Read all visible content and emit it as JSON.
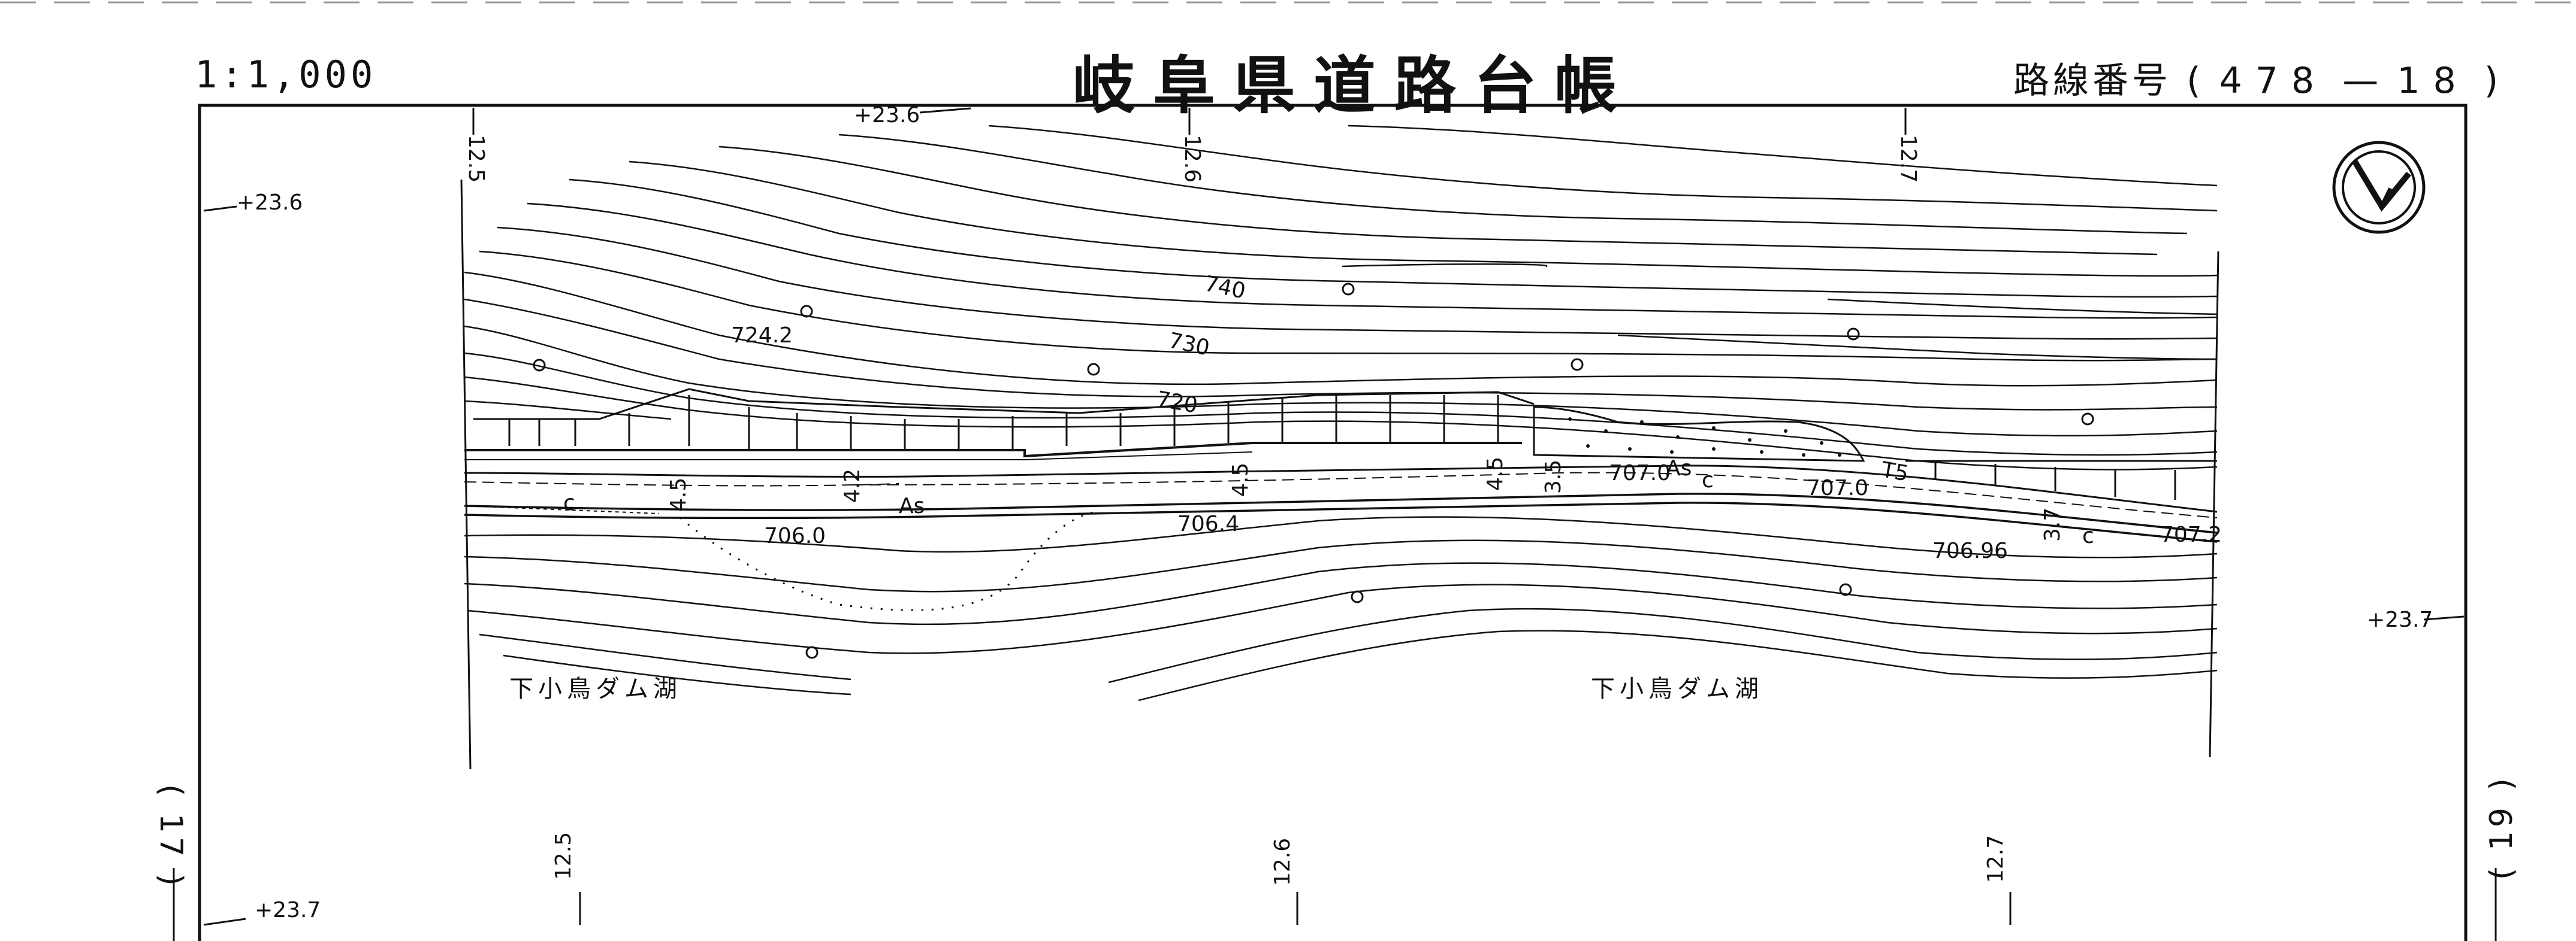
{
  "header": {
    "scale": "1:1,000",
    "title": "岐阜県道路台帳",
    "route_label": "路線番号",
    "route_number": "478",
    "route_sub": "18"
  },
  "boundary_marks": {
    "top_left": "+23.6",
    "left_upper": "+23.6",
    "right_mid": "+23.7",
    "bottom_left": "+23.7"
  },
  "stations": {
    "top": [
      "12.5",
      "12.6",
      "12.7"
    ],
    "bottom": [
      "12.5",
      "12.6",
      "12.7"
    ]
  },
  "elevations": {
    "contour_740": "740",
    "contour_730": "730",
    "contour_720": "720",
    "spot_724_2": "724.2",
    "spot_706_0": "706.0",
    "spot_706_4": "706.4",
    "spot_707_0a": "707.0",
    "spot_707_0b": "707.0",
    "spot_707_2": "707.2",
    "spot_706_96": "706.96"
  },
  "road": {
    "surface": "As",
    "centerline": "c",
    "widths": [
      "4.5",
      "4.2",
      "4.5",
      "4.5",
      "3.5",
      "3.7"
    ],
    "sign": "T5"
  },
  "labels": {
    "lake_left": "下小鳥ダム湖",
    "lake_right": "下小鳥ダム湖"
  },
  "page_numbers": {
    "left": "( 17 )",
    "right": "( 19 )"
  },
  "north_arrow": "north-arrow-icon"
}
